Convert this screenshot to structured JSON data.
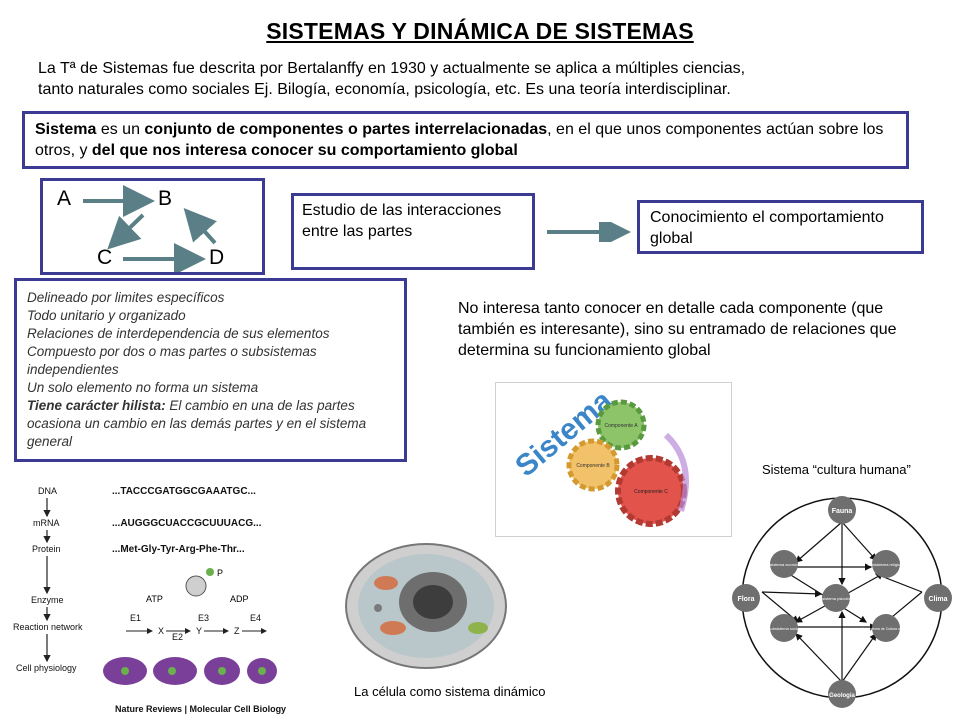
{
  "title": "SISTEMAS Y DINÁMICA DE SISTEMAS",
  "intro": {
    "line1": "La Tª de Sistemas fue descrita por Bertalanffy en 1930 y actualmente se aplica  a múltiples ciencias,",
    "line2": "tanto naturales como sociales Ej. Bilogía, economía, psicología, etc. Es una teoría interdisciplinar."
  },
  "definition": {
    "t1": "Sistema",
    "t2": " es un ",
    "t3": "conjunto de componentes o partes interrelacionadas",
    "t4": ", en el que unos componentes actúan sobre los otros, y ",
    "t5": "del que nos interesa conocer su comportamiento global"
  },
  "abcd": {
    "a": "A",
    "b": "B",
    "c": "C",
    "d": "D"
  },
  "study_box": "Estudio de las interacciones entre las partes",
  "knowledge_box": "Conocimiento el comportamiento global",
  "properties": {
    "p1": "Delineado por limites específicos",
    "p2": "Todo unitario y organizado",
    "p3": "Relaciones de interdependencia de sus elementos",
    "p4": "Compuesto por dos o mas partes o subsistemas independientes",
    "p5": "Un solo elemento no forma un sistema",
    "p6_bold": "Tiene carácter hilista:",
    "p6_rest": " El cambio en una de las partes ocasiona un cambio en las demás partes y en el sistema general"
  },
  "note": "No interesa tanto conocer en detalle cada componente (que también es interesante), sino su entramado de relaciones que determina su funcionamiento global",
  "sistema_image": {
    "word": "Sistema",
    "gear_a": "Componente A",
    "gear_b": "Componente B",
    "gear_c": "Componente C"
  },
  "molecular": {
    "levels": [
      "DNA",
      "mRNA",
      "Protein",
      "Enzyme",
      "Reaction network",
      "Cell physiology"
    ],
    "dna_seq": "...TACCCGATGGCGAAATGC...",
    "mrna_seq": "...AUGGGCUACCGCUUUACG...",
    "protein_seq": "...Met-Gly-Tyr-Arg-Phe-Thr...",
    "atp": "ATP",
    "adp": "ADP",
    "p": "P",
    "e1": "E1",
    "e2": "E2",
    "e3": "E3",
    "e4": "E4",
    "x": "X",
    "y": "Y",
    "z": "Z",
    "credit": "Nature Reviews | Molecular Cell Biology"
  },
  "cell_caption": "La célula como sistema dinámico",
  "culture": {
    "caption": "Sistema “cultura humana”",
    "fauna": "Fauna",
    "flora": "Flora",
    "clima": "Clima",
    "geologia": "Geologia",
    "econ": "Subsistema económico",
    "relig": "Subsistema religioso",
    "psico": "Subsistema psicológico",
    "social": "Subsistema social",
    "material": "Subsistema de Cultura material"
  },
  "colors": {
    "border": "#3b3b93",
    "arrow": "#5b7f86"
  }
}
